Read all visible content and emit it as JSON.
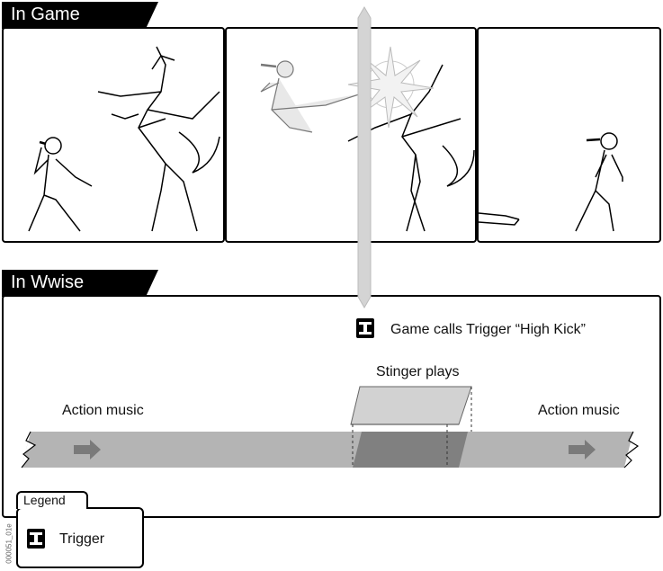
{
  "sections": {
    "game_tab": "In Game",
    "wwise_tab": "In Wwise"
  },
  "wwise": {
    "trigger_call": "Game calls Trigger “High Kick”",
    "stinger_label": "Stinger plays",
    "music_left": "Action music",
    "music_right": "Action music"
  },
  "legend": {
    "title": "Legend",
    "item_label": "Trigger"
  },
  "figure_code": "000051_01e",
  "icons": {
    "trigger": "trigger-icon"
  },
  "colors": {
    "track": "#b4b4b4",
    "track_dark": "#808080",
    "stinger_top": "#cfcfcf",
    "beam": "#d6d6d6"
  }
}
